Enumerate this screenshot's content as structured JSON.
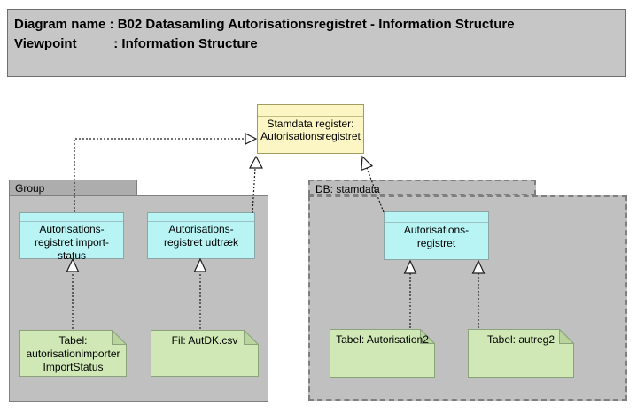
{
  "title_block": {
    "line1": "Diagram name : B02 Datasamling Autorisationsregistret - Information Structure",
    "line2": "Viewpoint          : Information Structure"
  },
  "containers": {
    "group": {
      "label": "Group"
    },
    "db": {
      "label": "DB: stamdata"
    }
  },
  "nodes": {
    "stamdata_register": {
      "label": "Stamdata register: Autorisationsregistret"
    },
    "import_status": {
      "label": "Autorisations-registret import-status"
    },
    "udtraek": {
      "label": "Autorisations-registret udtræk"
    },
    "autorisationsregistret": {
      "label": "Autorisations-registret"
    },
    "note_importstatus": {
      "label": "Tabel: autorisationimporter ImportStatus"
    },
    "note_autdk": {
      "label": "Fil: AutDK.csv"
    },
    "note_autorisation2": {
      "label": "Tabel: Autorisation2"
    },
    "note_autreg2": {
      "label": "Tabel: autreg2"
    }
  },
  "colors": {
    "title_fill": "#c6c6c6",
    "container_fill": "#c0c0c0",
    "container_tab_fill": "#adadad",
    "information_fill": "#b8f4f4",
    "information_border": "#8ca6a6",
    "stamdata_fill": "#fbf6c4",
    "stamdata_border": "#a29d5f",
    "note_fill": "#cfe8b5",
    "note_border": "#8ba37a",
    "note_fold_fill": "#b9d49c",
    "connector": "#1a1a1a"
  }
}
